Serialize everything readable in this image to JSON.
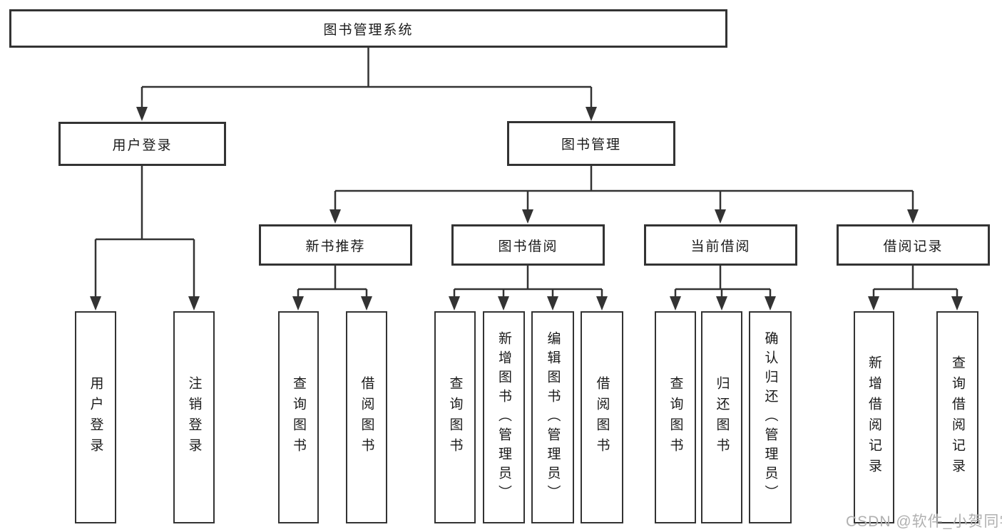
{
  "diagram_title": "图书管理系统",
  "colors": {
    "line": "#333333",
    "box_border": "#333333",
    "text": "#1a1a1a",
    "background": "#ffffff",
    "watermark": "#b0b0b0"
  },
  "nodes": {
    "root": {
      "label": "图书管理系统"
    },
    "level2": [
      "用户登录",
      "图书管理"
    ],
    "level3": [
      "新书推荐",
      "图书借阅",
      "当前借阅",
      "借阅记录"
    ],
    "leaves": [
      "用户登录",
      "注销登录",
      "查询图书",
      "借阅图书",
      "查询图书",
      "新增图书（管理员）",
      "编辑图书（管理员）",
      "借阅图书",
      "查询图书",
      "归还图书",
      "确认归还（管理员）",
      "新增借阅记录",
      "查询借阅记录"
    ]
  },
  "tree": {
    "label": "图书管理系统",
    "children": [
      {
        "label": "用户登录",
        "children": [
          {
            "label": "用户登录"
          },
          {
            "label": "注销登录"
          }
        ]
      },
      {
        "label": "图书管理",
        "children": [
          {
            "label": "新书推荐",
            "children": [
              {
                "label": "查询图书"
              },
              {
                "label": "借阅图书"
              }
            ]
          },
          {
            "label": "图书借阅",
            "children": [
              {
                "label": "查询图书"
              },
              {
                "label": "新增图书（管理员）"
              },
              {
                "label": "编辑图书（管理员）"
              },
              {
                "label": "借阅图书"
              }
            ]
          },
          {
            "label": "当前借阅",
            "children": [
              {
                "label": "查询图书"
              },
              {
                "label": "归还图书"
              },
              {
                "label": "确认归还（管理员）"
              }
            ]
          },
          {
            "label": "借阅记录",
            "children": [
              {
                "label": "新增借阅记录"
              },
              {
                "label": "查询借阅记录"
              }
            ]
          }
        ]
      }
    ]
  },
  "watermark": {
    "text": "CSDN @软件_小贺同学"
  }
}
